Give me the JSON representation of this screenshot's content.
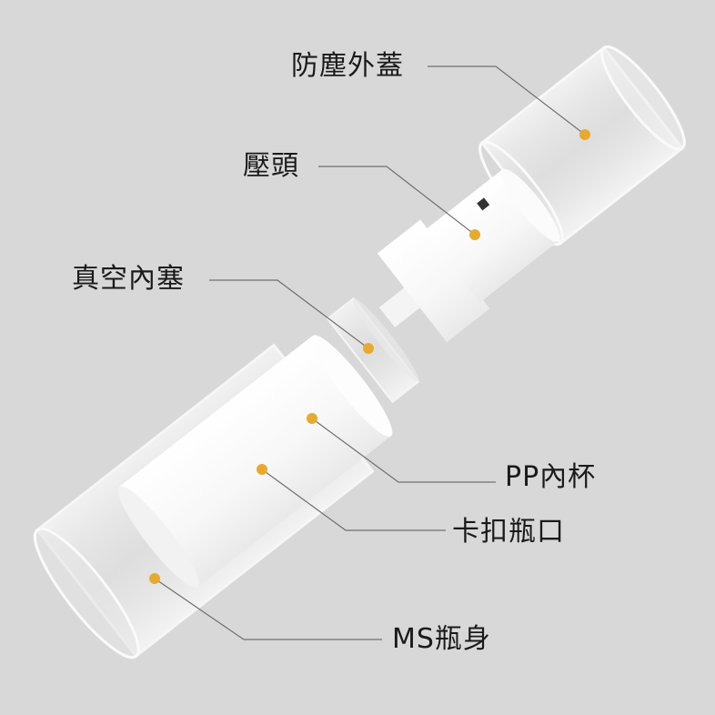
{
  "labels": {
    "dust_cap": "防塵外蓋",
    "pump_head": "壓頭",
    "vacuum_plug": "真空內塞",
    "pp_inner_cup": "PP內杯",
    "snap_neck": "卡扣瓶口",
    "ms_bottle": "MS瓶身"
  },
  "colors": {
    "background": "#d8d8d8",
    "dot": "#e8aa2e",
    "leader_line": "#707070"
  }
}
